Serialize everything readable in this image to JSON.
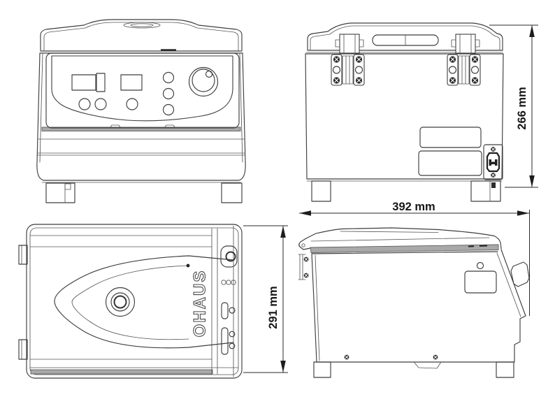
{
  "diagram": {
    "brand_label": "OHAUS",
    "dimensions": {
      "rear_height": "266 mm",
      "side_width": "392 mm",
      "top_depth": "291 mm"
    },
    "colors": {
      "line": "#3e3e3e",
      "accent_band": "#a9a9a9",
      "background": "#ffffff"
    }
  }
}
